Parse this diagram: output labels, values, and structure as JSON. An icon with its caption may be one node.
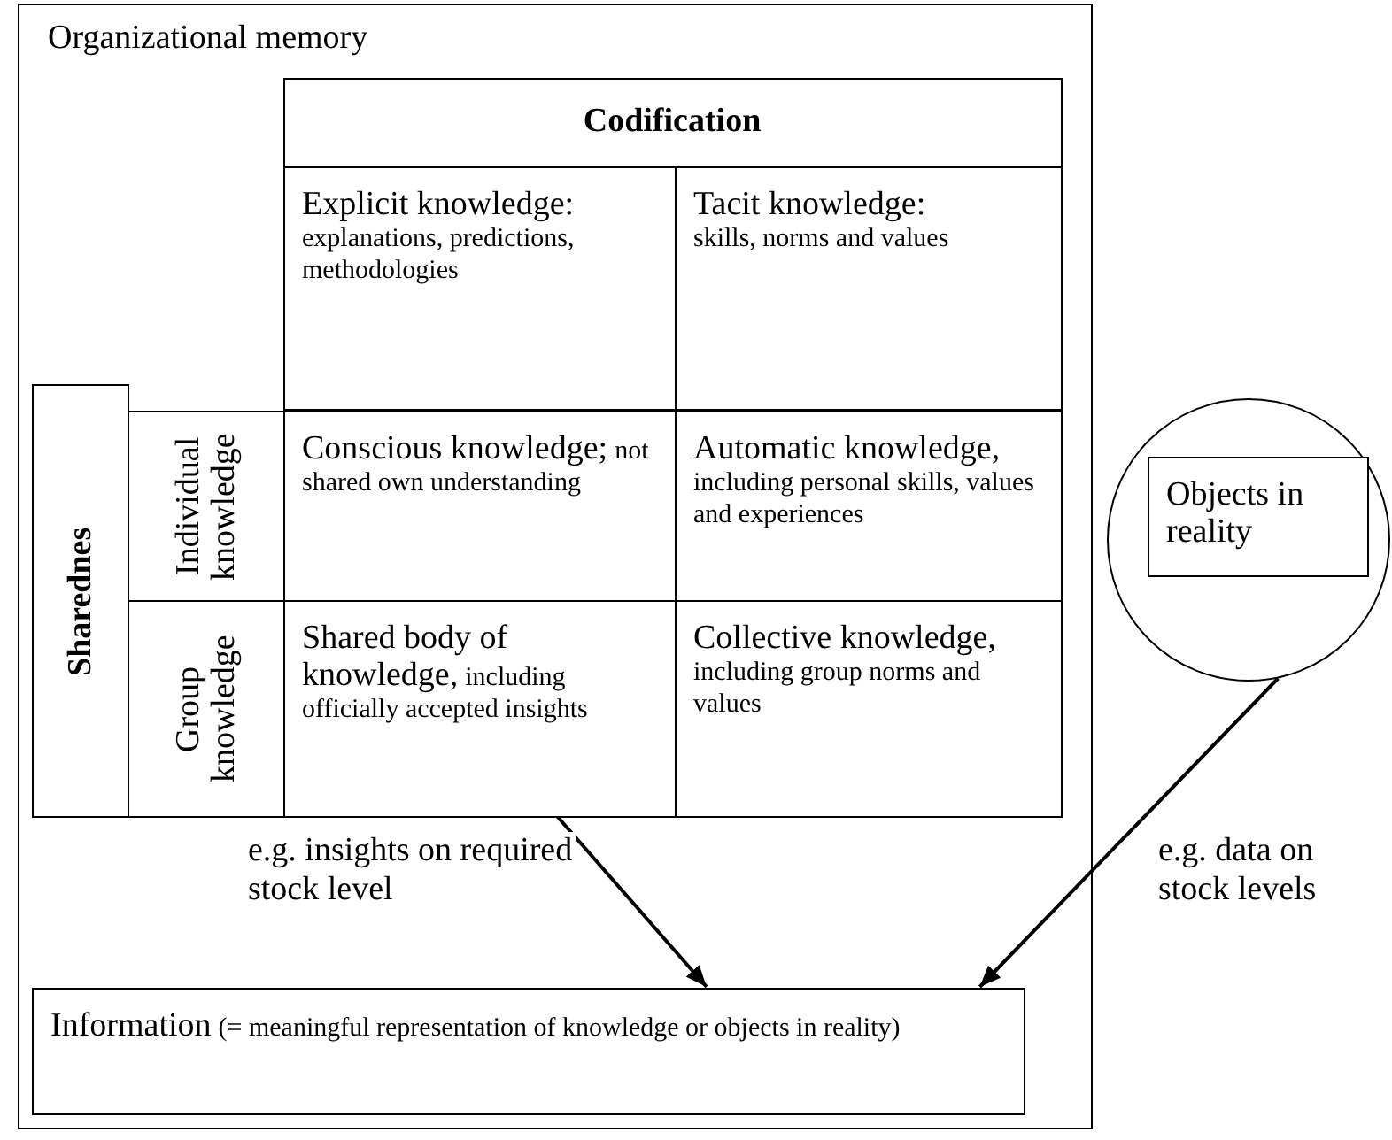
{
  "diagram": {
    "nodes": [
      {
        "text": [
          "Organizational memory"
        ]
      },
      {
        "text": [
          "Codification"
        ],
        "in": 0
      },
      {
        "text": [
          "Explicit knowledge:",
          "explanations, predictions, methodologies"
        ],
        "in": 0
      },
      {
        "text": [
          "Tacit knowledge:",
          "skills, norms and values"
        ],
        "in": 0
      },
      {
        "text": [
          "Sharednes"
        ],
        "in": 0
      },
      {
        "text": [
          "Individual knowledge"
        ],
        "in": 0
      },
      {
        "text": [
          "Group knowledge"
        ],
        "in": 0
      },
      {
        "text": [
          "Conscious knowledge;",
          "not shared own understanding"
        ],
        "in": 0
      },
      {
        "text": [
          "Automatic knowledge,",
          "including personal skills, values and experiences"
        ],
        "in": 0
      },
      {
        "text": [
          "Shared body of knowledge,",
          "including officially accepted insights"
        ],
        "in": 0
      },
      {
        "text": [
          "Collective knowledge,",
          "including group norms and values"
        ],
        "in": 0
      },
      {
        "text": [],
        "shape": "circle"
      },
      {
        "text": [
          "Objects in reality"
        ],
        "in": 11
      },
      {
        "text": [
          "Information",
          "(= meaningful representation of knowledge or objects in reality)"
        ],
        "in": 0
      }
    ],
    "edges": [
      {
        "from": 9,
        "to": 13,
        "arrow": "to",
        "label": "e.g. insights on required stock level"
      },
      {
        "from": 11,
        "to": 13,
        "arrow": "to",
        "label": "e.g. data on stock levels"
      }
    ]
  }
}
